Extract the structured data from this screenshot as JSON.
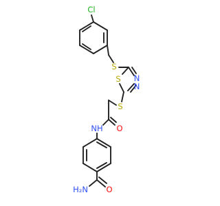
{
  "molecule": {
    "atom_labels": {
      "chlorine": "Cl",
      "thioether_sulfur": "S",
      "ring_sulfur": "S",
      "ring_nitrogen_upper": "N",
      "ring_nitrogen_lower": "N",
      "linker_sulfur": "S",
      "amide_nitrogen": "NH",
      "amide_oxygen": "O",
      "terminal_amine": "H₂N",
      "terminal_oxygen": "O"
    },
    "colors": {
      "carbon": "#222222",
      "sulfur": "#b8a600",
      "nitrogen": "#3050f8",
      "oxygen": "#ff0d0d",
      "chlorine": "#1db51d",
      "background": "#ffffff"
    }
  }
}
